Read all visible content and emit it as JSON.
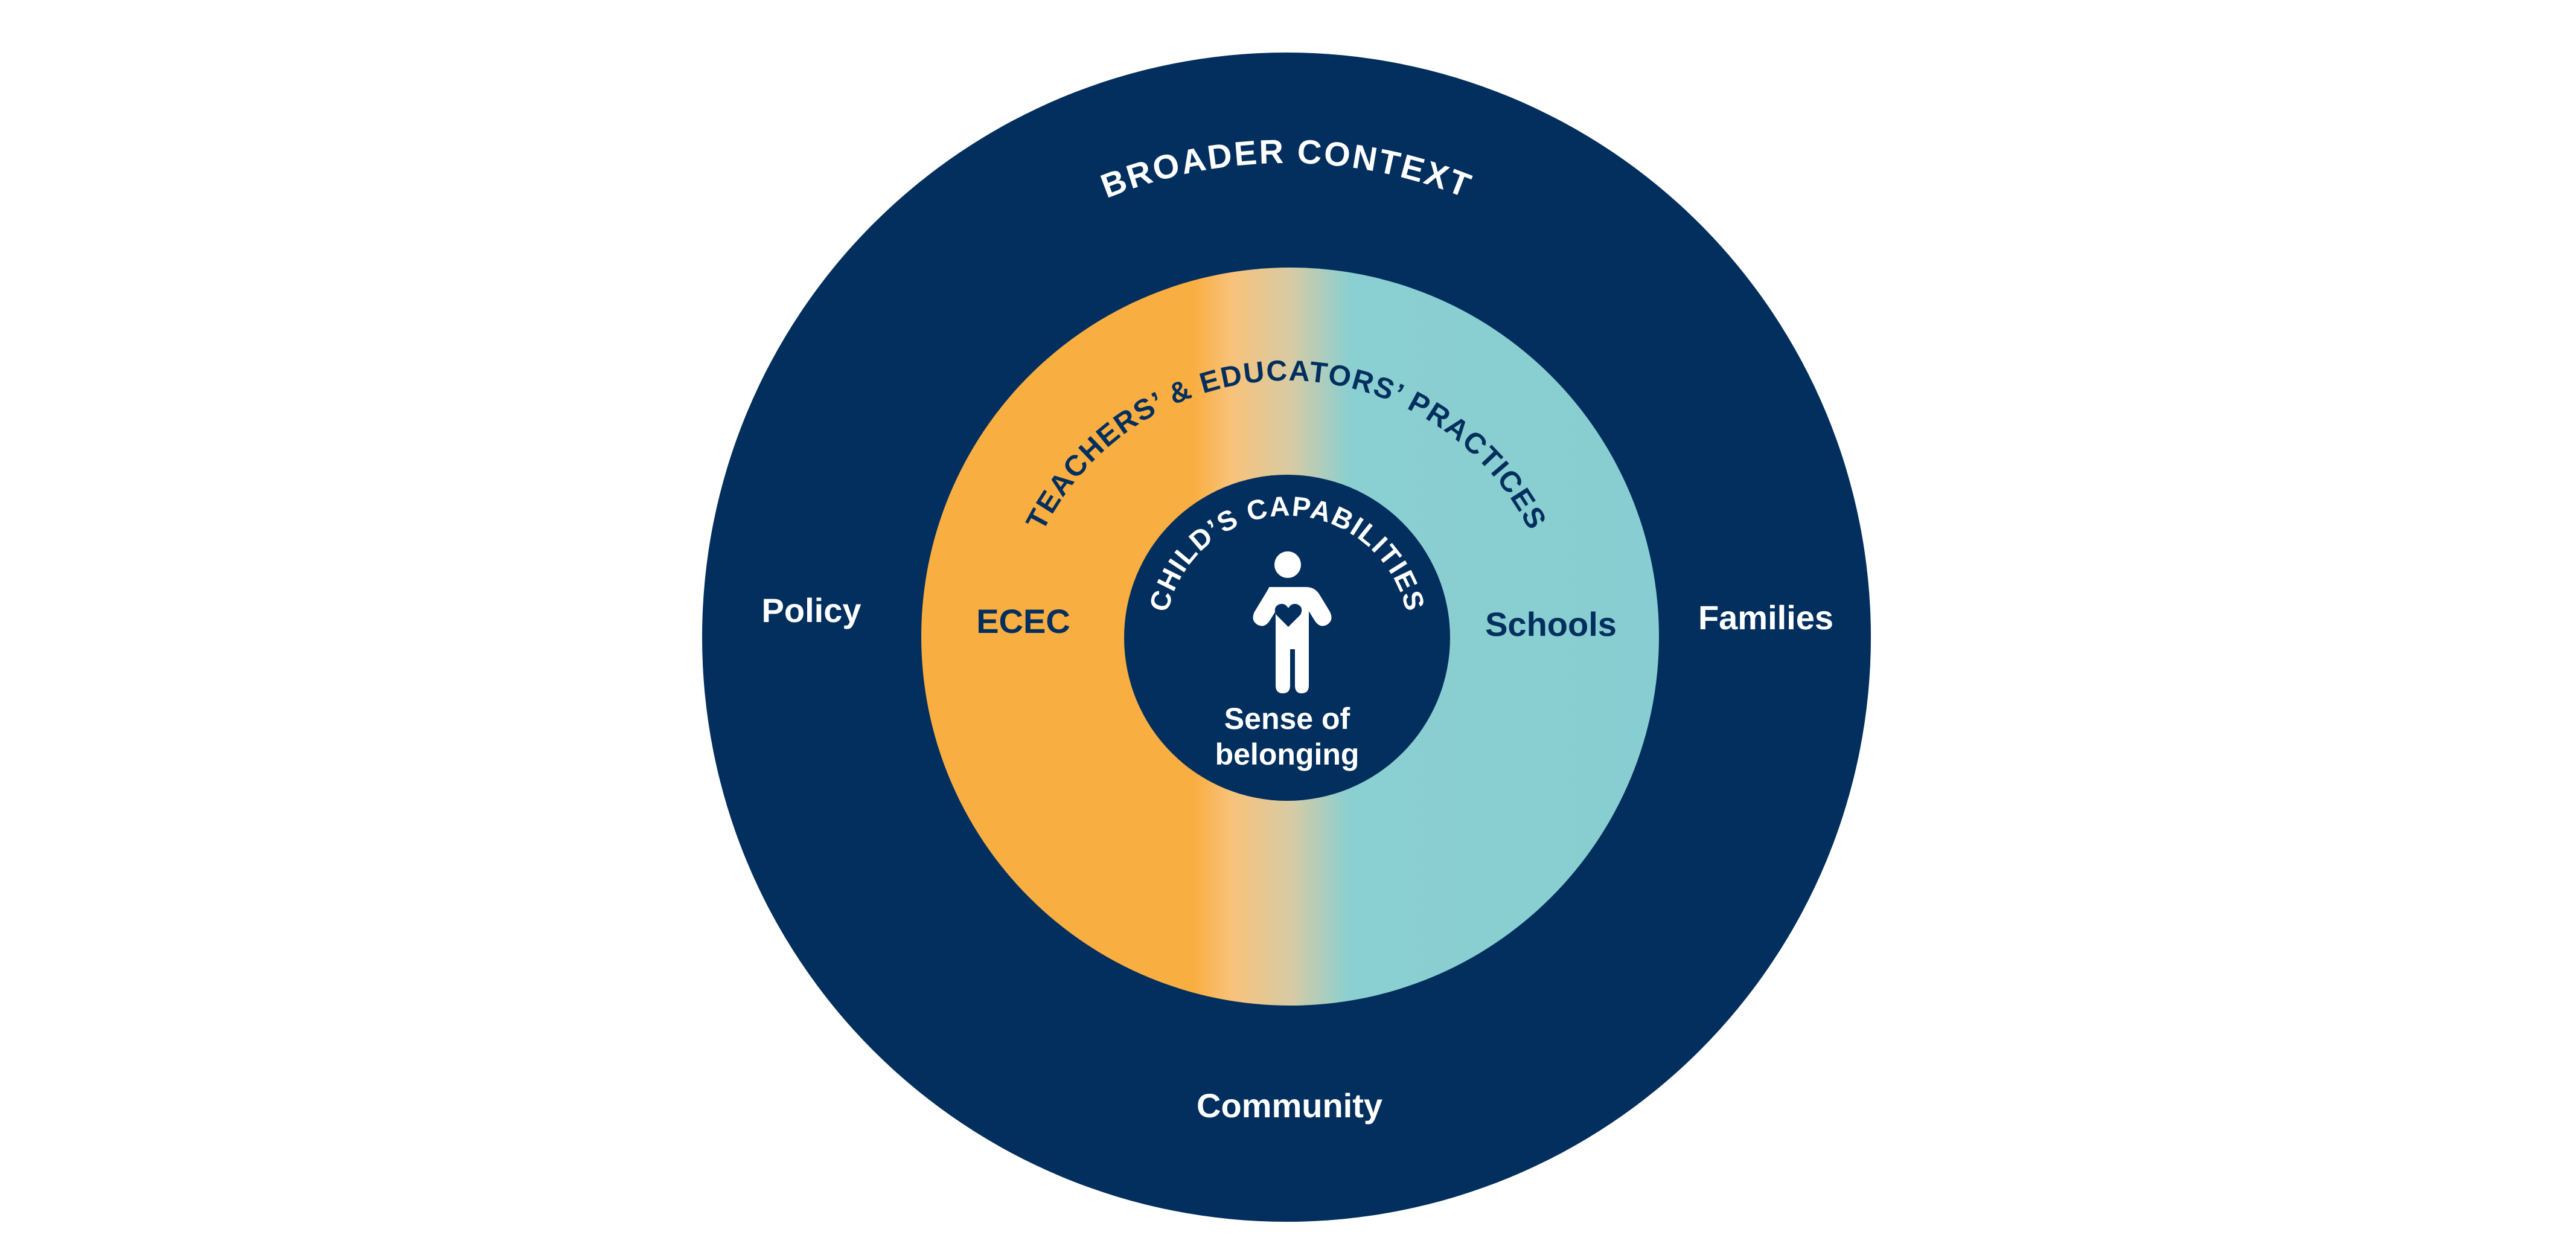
{
  "colors": {
    "navy": "#022F5E",
    "orange": "#F9AE41",
    "peach": "#F8C27A",
    "teal": "#88CDD1",
    "white": "#FFFFFF"
  },
  "outer_ring": {
    "title": "BROADER CONTEXT",
    "labels": {
      "left": "Policy",
      "right": "Families",
      "bottom": "Community"
    }
  },
  "middle_ring": {
    "title": "TEACHERS’ & EDUCATORS’ PRACTICES",
    "labels": {
      "left": "ECEC",
      "right": "Schools"
    }
  },
  "inner_circle": {
    "title": "CHILD’S CAPABILITIES",
    "icon": "child-with-heart-icon",
    "caption_line1": "Sense of",
    "caption_line2": "belonging"
  }
}
